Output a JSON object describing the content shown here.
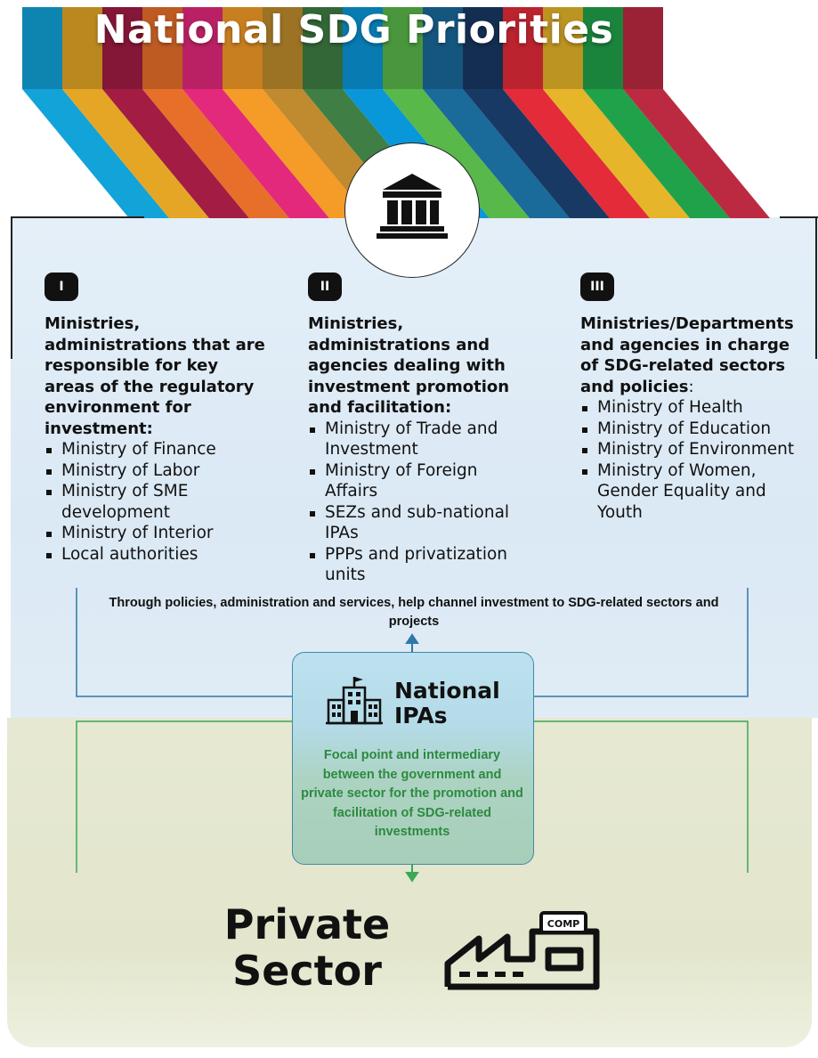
{
  "title": "National SDG Priorities",
  "sdg_colors": [
    "#12a3d8",
    "#e5a626",
    "#a21c44",
    "#e86f2a",
    "#e3297b",
    "#f49c27",
    "#bf8b2e",
    "#3f7e44",
    "#0a97d9",
    "#59b84a",
    "#1a6a9a",
    "#193965",
    "#e42b39",
    "#e6b52a",
    "#20a24b",
    "#bc2a41"
  ],
  "icons": {
    "government": "government-building-icon",
    "ipa": "ipa-building-icon",
    "private": "factory-icon",
    "factory_sign": "COMP"
  },
  "columns": [
    {
      "badge": "I",
      "heading": "Ministries, administrations that are responsible for key areas of the regulatory environment for investment:",
      "heading_suffix": "",
      "items": [
        "Ministry of Finance",
        "Ministry of Labor",
        "Ministry of SME development",
        "Ministry of Interior",
        "Local authorities"
      ]
    },
    {
      "badge": "II",
      "heading": "Ministries, administrations and agencies dealing with investment promotion and facilitation:",
      "heading_suffix": "",
      "items": [
        "Ministry of Trade and Investment",
        "Ministry of Foreign Affairs",
        "SEZs and sub-national IPAs",
        "PPPs and privatization units"
      ]
    },
    {
      "badge": "III",
      "heading": "Ministries/Departments and agencies in charge of SDG-related sectors and policies",
      "heading_suffix": ":",
      "items": [
        "Ministry of Health",
        "Ministry of Education",
        "Ministry of Environment",
        "Ministry of Women, Gender Equality and Youth"
      ]
    }
  ],
  "channel_text": "Through policies, administration and services, help channel investment to SDG-related sectors and projects",
  "ipa": {
    "title": "National IPAs",
    "description": "Focal point and intermediary between the government and private sector for the promotion and facilitation of SDG-related investments"
  },
  "private_sector": "Private Sector",
  "colors": {
    "blue_line": "#2f78a8",
    "green_line": "#3aa857",
    "green_text": "#2c8a3f"
  }
}
